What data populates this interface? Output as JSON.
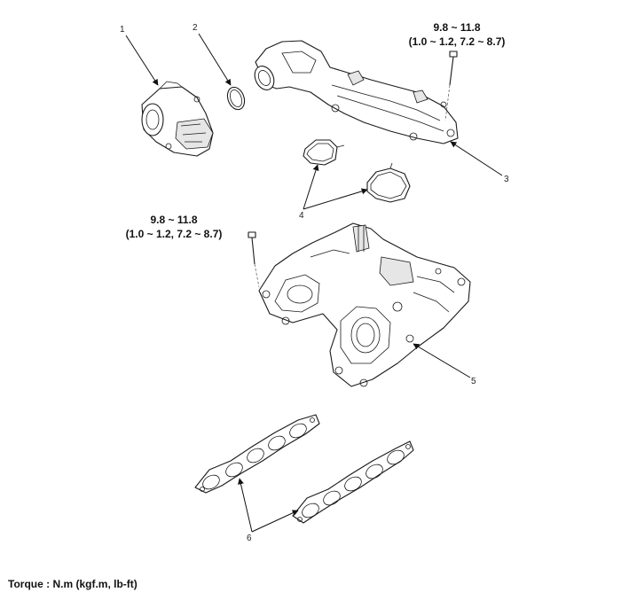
{
  "callouts": {
    "c1": "1",
    "c2": "2",
    "c3": "3",
    "c4": "4",
    "c5": "5",
    "c6": "6"
  },
  "torque_upper": {
    "line1": "9.8 ~ 11.8",
    "line2": "(1.0 ~ 1.2, 7.2 ~ 8.7)"
  },
  "torque_lower": {
    "line1": "9.8 ~ 11.8",
    "line2": "(1.0 ~ 1.2, 7.2 ~ 8.7)"
  },
  "legend": "Torque : N.m (kgf.m, lb-ft)"
}
